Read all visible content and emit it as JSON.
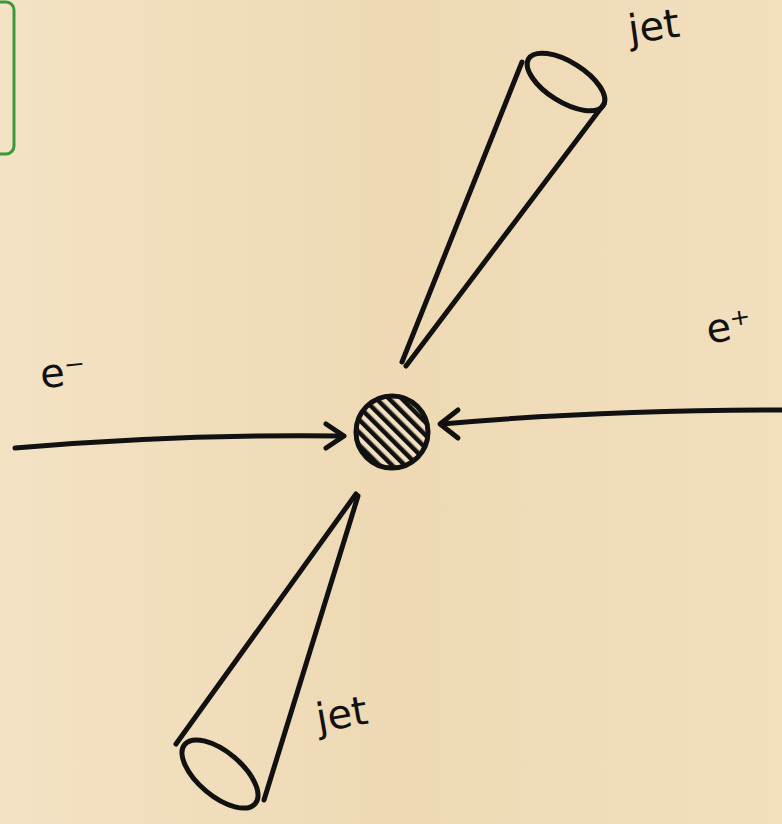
{
  "diagram": {
    "labels": [
      "jet",
      "e⁻",
      "e⁺",
      "jet"
    ]
  }
}
